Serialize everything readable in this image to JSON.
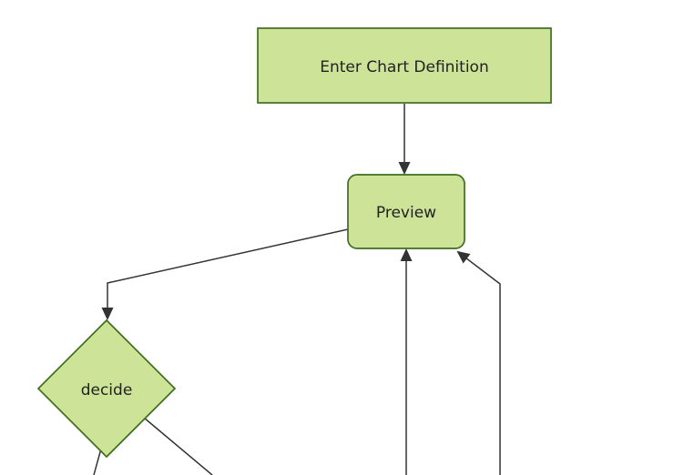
{
  "flowchart": {
    "background": "#ffffff",
    "colors": {
      "node_fill": "#cde498",
      "node_stroke": "#3f6e21",
      "edge": "#333333",
      "text": "#222222"
    },
    "nodes": {
      "enter_chart_definition": {
        "label": "Enter Chart Definition",
        "shape": "rectangle"
      },
      "preview": {
        "label": "Preview",
        "shape": "rounded-rectangle"
      },
      "decide": {
        "label": "decide",
        "shape": "diamond"
      }
    },
    "edges": [
      {
        "from": "enter_chart_definition",
        "to": "preview",
        "arrowhead": true
      },
      {
        "from": "preview",
        "to": "decide",
        "arrowhead": true
      },
      {
        "from": "offscreen-bottom",
        "to": "preview",
        "arrowhead": true
      },
      {
        "from": "offscreen-bottom-right",
        "to": "preview",
        "arrowhead": true
      },
      {
        "from": "decide",
        "to": "offscreen-bottom-left",
        "arrowhead": false
      },
      {
        "from": "decide",
        "to": "offscreen-bottom-right",
        "arrowhead": false
      }
    ]
  }
}
